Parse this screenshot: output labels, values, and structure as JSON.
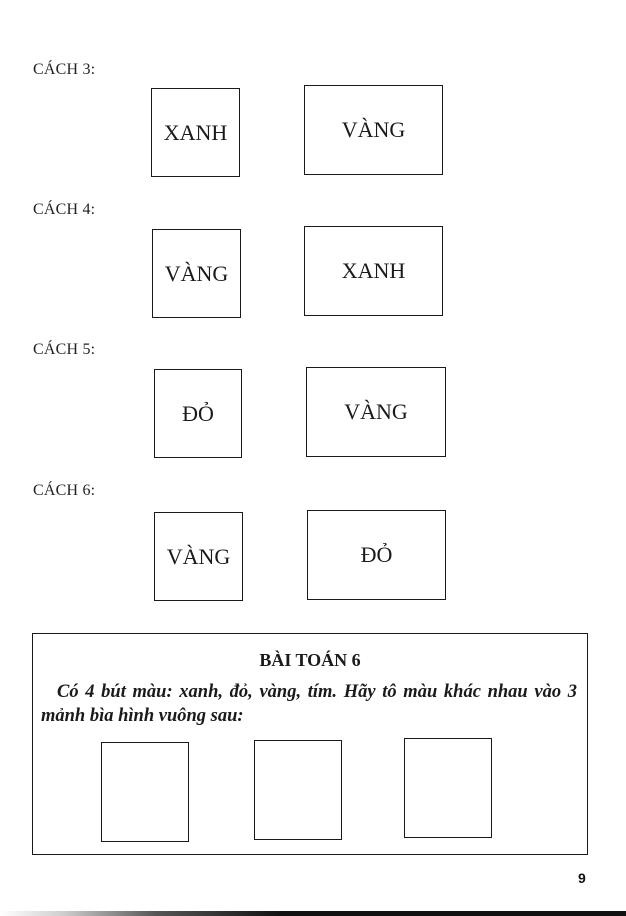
{
  "ways": [
    {
      "label": "CÁCH 3:",
      "left_box": "XANH",
      "right_box": "VÀNG"
    },
    {
      "label": "CÁCH 4:",
      "left_box": "VÀNG",
      "right_box": "XANH"
    },
    {
      "label": "CÁCH 5:",
      "left_box": "ĐỎ",
      "right_box": "VÀNG"
    },
    {
      "label": "CÁCH 6:",
      "left_box": "VÀNG",
      "right_box": "ĐỎ"
    }
  ],
  "problem": {
    "title": "BÀI TOÁN 6",
    "text": "Có 4 bút màu: xanh, đỏ, vàng, tím. Hãy tô màu khác nhau vào 3 mảnh bìa hình vuông sau:",
    "squares_count": 3
  },
  "page_number": "9"
}
